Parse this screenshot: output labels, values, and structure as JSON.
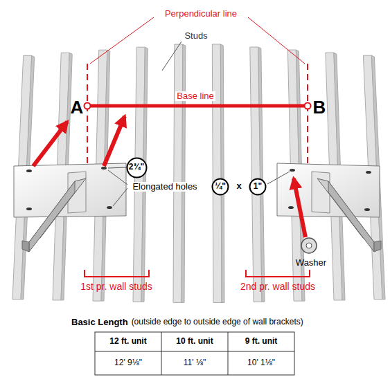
{
  "diagram": {
    "title": "Basic Length",
    "nodes": [
      {
        "text": [
          "2¾\""
        ]
      },
      {
        "text": [
          "¼\""
        ]
      },
      {
        "text": [
          "1\""
        ]
      }
    ],
    "labels": [
      "Perpendicular line",
      "Studs",
      "Base line",
      "A",
      "B",
      "Elongated holes",
      "x",
      "Washer",
      "1st pr. wall studs",
      "2nd pr. wall studs",
      "(outside edge to outside edge of wall brackets)",
      "12 ft. unit",
      "10 ft. unit",
      "9 ft. unit",
      "12' 9⅛\"",
      "11' ⅛\"",
      "10' 1⅛\""
    ]
  }
}
